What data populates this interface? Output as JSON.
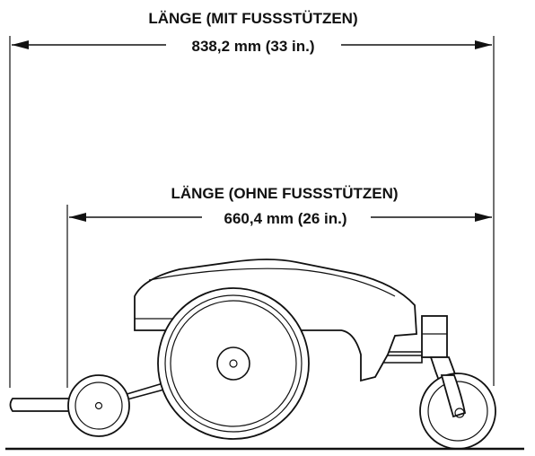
{
  "dimensions": {
    "with_footrests": {
      "label": "LÄNGE (MIT FUSSSTÜTZEN)",
      "value": "838,2 mm (33 in.)"
    },
    "without_footrests": {
      "label": "LÄNGE (OHNE FUSSSTÜTZEN)",
      "value": "660,4 mm (26 in.)"
    }
  }
}
